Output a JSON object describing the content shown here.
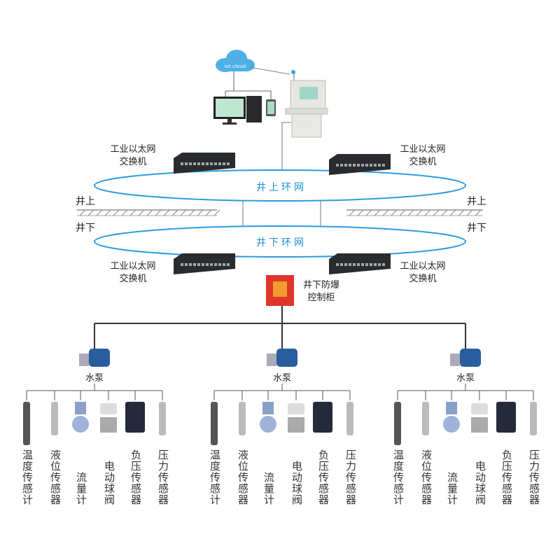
{
  "cloud": {
    "label": "iot cloud",
    "color": "#4fb0e8"
  },
  "surface_ring": {
    "label": "井上环网",
    "color": "#1a8fd6"
  },
  "underground_ring": {
    "label": "井下环网",
    "color": "#1a8fd6"
  },
  "ground": {
    "above_left": "井上",
    "below_left": "井下",
    "above_right": "井上",
    "below_right": "井下"
  },
  "switch_label": {
    "line1": "工业以太网",
    "line2": "交换机"
  },
  "cabinet": {
    "line1": "井下防爆",
    "line2": "控制柜",
    "color": "#e0352b"
  },
  "pump_label": "水泵",
  "sensors": [
    "温度传感计",
    "液位传感器",
    "流量计",
    "电动球阀",
    "负压传感器",
    "压力传感器"
  ],
  "sensor_groups": 3
}
